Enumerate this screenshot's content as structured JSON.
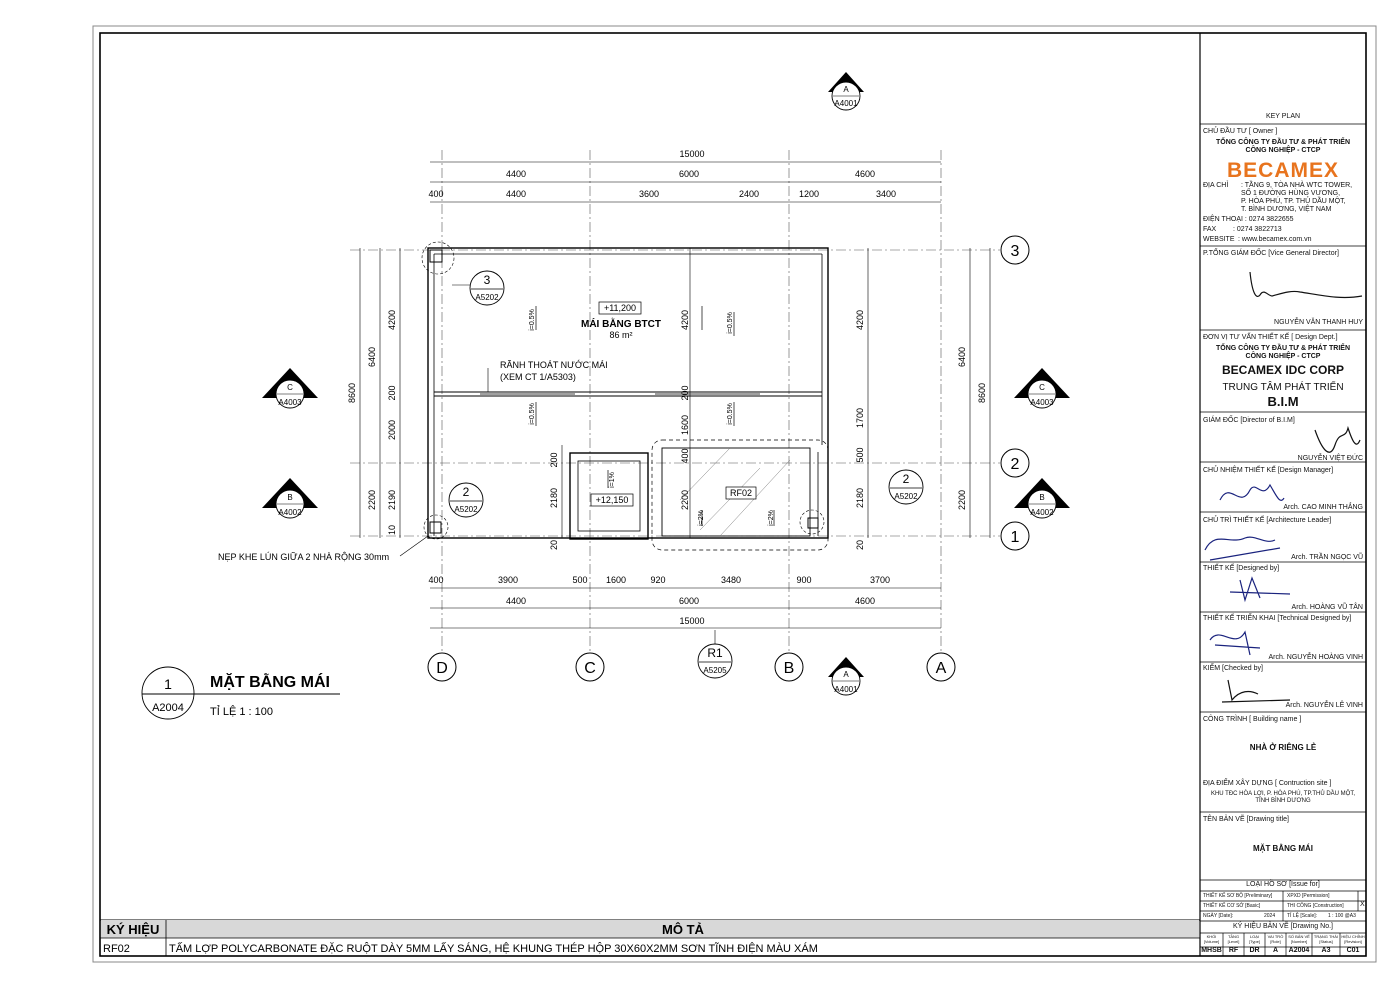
{
  "drawing": {
    "plan_label": {
      "number": "1",
      "sheet": "A2004",
      "title": "MẶT BẰNG MÁI",
      "scale": "TỈ LỆ  1 : 100"
    },
    "grid_letters": [
      "D",
      "C",
      "B",
      "A"
    ],
    "grid_numbers": [
      "3",
      "2",
      "1"
    ],
    "dims_top": {
      "overall": "15000",
      "row1": [
        "4400",
        "6000",
        "4600"
      ],
      "row2": [
        "400",
        "4400",
        "3600",
        "2400",
        "1200",
        "3400"
      ]
    },
    "dims_bottom": {
      "row1": [
        "400",
        "3900",
        "500",
        "1600",
        "920",
        "3480",
        "900",
        "3700"
      ],
      "row2": [
        "4400",
        "6000",
        "4600"
      ],
      "overall": "15000"
    },
    "dims_left": {
      "overall": "8600",
      "mid": [
        "6400",
        "2200"
      ],
      "inner": [
        "4200",
        "200",
        "2000",
        "2190",
        "10"
      ]
    },
    "dims_right": {
      "overall": "8600",
      "mid": [
        "6400",
        "2200"
      ],
      "inner": [
        "4200",
        "1700",
        "500",
        "2180",
        "20"
      ]
    },
    "dims_interior": [
      "4200",
      "200",
      "1600",
      "400",
      "2200",
      "200",
      "2180",
      "20"
    ],
    "roof_level": "+11,200",
    "roof_name": "MÁI BẰNG BTCT",
    "roof_area": "86 m²",
    "slope_label": "i=0.5%",
    "slope_small_1": "i=1%",
    "slope_small_2": "i=2%",
    "gutter_note": [
      "RÃNH THOÁT NƯỚC MÁI",
      "(XEM CT 1/A5303)"
    ],
    "stair_level": "+12,150",
    "skylight_tag": "RF02",
    "joint_note": "NẸP KHE LÚN GIỮA 2 NHÀ RỘNG 30mm",
    "callouts": [
      {
        "num": "3",
        "sheet": "A5202"
      },
      {
        "num": "2",
        "sheet": "A5202"
      },
      {
        "num": "2",
        "sheet": "A5202"
      },
      {
        "num": "R1",
        "sheet": "A5205"
      }
    ],
    "section_marks": [
      {
        "letter": "A",
        "sheet": "A4001"
      },
      {
        "letter": "A",
        "sheet": "A4001"
      },
      {
        "letter": "C",
        "sheet": "A4003"
      },
      {
        "letter": "C",
        "sheet": "A4003"
      },
      {
        "letter": "B",
        "sheet": "A4002"
      },
      {
        "letter": "B",
        "sheet": "A4002"
      }
    ]
  },
  "legend": {
    "col1_header": "KÝ HIỆU",
    "col2_header": "MÔ TẢ",
    "rows": [
      {
        "code": "RF02",
        "desc": "TẤM LỢP POLYCARBONATE ĐẶC RUỘT DÀY 5MM LẤY SÁNG, HỆ KHUNG THÉP HỘP 30X60X2MM SƠN TĨNH ĐIỆN MÀU XÁM"
      }
    ]
  },
  "titleblock": {
    "key_plan": "KEY PLAN",
    "owner_label": "CHỦ ĐẦU TƯ  [ Owner ]",
    "owner_name": [
      "TỔNG CÔNG TY ĐẦU TƯ & PHÁT TRIỂN",
      "CÔNG NGHIỆP - CTCP"
    ],
    "logo": "BECAMEX",
    "address_label": "ĐỊA CHỈ",
    "address": [
      ": TẦNG 9, TÒA NHÀ WTC TOWER,",
      "  SỐ 1 ĐƯỜNG HÙNG VƯƠNG,",
      "  P. HÒA PHÚ, TP. THỦ DẦU MỘT,",
      "  T. BÌNH DƯƠNG, VIỆT NAM"
    ],
    "phone": "ĐIỆN THOẠI : 0274 3822655",
    "fax_label": "FAX",
    "fax": "       : 0274 3822713",
    "web_label": "WEBSITE",
    "web": "  : www.becamex.com.vn",
    "vgd_label": "P.TỔNG GIÁM ĐỐC [Vice General Director]",
    "vgd_name": "NGUYỄN VĂN THANH HUY",
    "design_label": "ĐƠN VỊ TƯ VẤN THIẾT KẾ [ Design Dept.]",
    "design_owner": [
      "TỔNG CÔNG TY ĐẦU TƯ & PHÁT TRIỂN",
      "CÔNG NGHIỆP - CTCP"
    ],
    "design_corp": "BECAMEX IDC CORP",
    "bim_line": "TRUNG TÂM PHÁT TRIỂN",
    "bim": "B.I.M",
    "director_label": "GIÁM ĐỐC [Director of B.I.M]",
    "director_name": "NGUYỄN VIỆT ĐỨC",
    "manager_label": "CHỦ NHIỆM THIẾT KẾ [Design Manager]",
    "manager_name": "Arch. CAO MINH THẮNG",
    "leader_label": "CHỦ TRÌ THIẾT KẾ [Architecture Leader]",
    "leader_name": "Arch. TRẦN NGỌC VŨ",
    "designed_label": "THIẾT KẾ [Designed by]",
    "designed_name": "Arch. HOÀNG VŨ TÂN",
    "tech_label": "THIẾT KẾ TRIỂN KHAI [Technical Designed by]",
    "tech_name": "Arch. NGUYỄN HOÀNG VINH",
    "checked_label": "KIỂM [Checked by]",
    "checked_name": "Arch. NGUYỄN LÊ VINH",
    "building_label": "CÔNG TRÌNH [ Building name ]",
    "building_name": "NHÀ Ở RIÊNG LẺ",
    "site_label": "ĐỊA ĐIỂM XÂY DỰNG [ Contruction site ]",
    "site": [
      "KHU TĐC HÒA LỢI, P. HÒA PHÚ, TP.THỦ DẦU MỘT,",
      "TỈNH BÌNH DƯƠNG"
    ],
    "title_label": "TÊN BẢN VẼ [Drawing title]",
    "title_name": "MẶT BẰNG MÁI",
    "issue_label": "LOẠI HỒ SƠ [Issue for]",
    "issue_rows": [
      [
        "THIẾT KẾ SƠ BỘ [Preliminary]",
        "XPXD [Permission]",
        ""
      ],
      [
        "THIẾT KẾ CƠ SỞ [Basic]",
        "THI CÔNG [Construction]",
        "X"
      ]
    ],
    "date_label": "NGÀY [Date]:",
    "date": "2024",
    "scale_label": "TỈ LỆ [Scale]:",
    "scale": "1 : 100 @A3",
    "drawing_no_label": "KÝ HIỆU BẢN VẼ [Drawing No.]",
    "code_headers": [
      "KHỐI [Volume]",
      "TẦNG [Level]",
      "LOẠI [Type]",
      "VAI TRÒ [Role]",
      "SỐ BẢN VẼ [Number]",
      "TRẠNG THÁI [Status]",
      "HIỆU CHỈNH [Revision]"
    ],
    "code_values": [
      "MHSB",
      "RF",
      "DR",
      "A",
      "A2004",
      "A3",
      "C01"
    ]
  }
}
